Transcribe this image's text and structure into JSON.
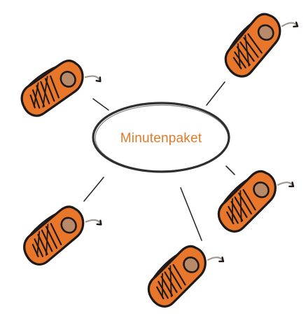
{
  "center": {
    "label": "Minutenpaket"
  },
  "phones": [
    {
      "name": "phone-top-left"
    },
    {
      "name": "phone-top-right"
    },
    {
      "name": "phone-mid-right"
    },
    {
      "name": "phone-bottom-left"
    },
    {
      "name": "phone-bottom-center"
    }
  ],
  "colors": {
    "label_orange": "#E07B2A",
    "phone_orange": "#E8762B",
    "phone_dark": "#1F1A17",
    "antenna_light": "#9E988F",
    "connector": "#2B2B2B",
    "ellipse_stroke": "#2F2F2F"
  }
}
